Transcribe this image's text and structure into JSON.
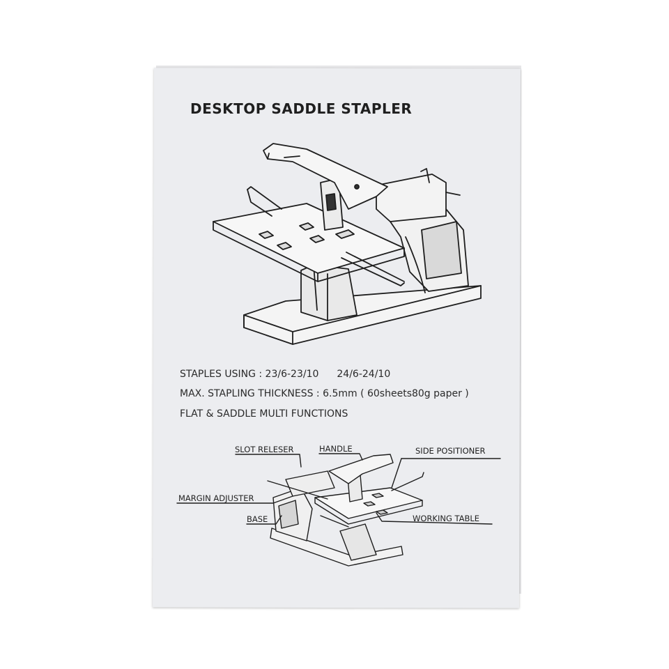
{
  "document": {
    "title": "DESKTOP SADDLE STAPLER",
    "specs": {
      "staples_prefix": "STAPLES USING : 23/6-23/10",
      "staples_suffix": "24/6-24/10",
      "thickness": "MAX. STAPLING THICKNESS : 6.5mm ( 60sheets80g paper )",
      "functions": "FLAT & SADDLE MULTI FUNCTIONS"
    },
    "parts": {
      "slot_releser": "SLOT RELESER",
      "handle": "HANDLE",
      "side_positioner": "SIDE  POSITIONER",
      "margin_adjuster": "MARGIN ADJUSTER",
      "base": "BASE",
      "working_table": "WORKING TABLE"
    }
  },
  "colors": {
    "page_background": "#ffffff",
    "sheet": "#ecedf0",
    "ink": "#1f1f1f"
  },
  "icons": {
    "main_illustration": "saddle-stapler-illustration",
    "parts_diagram": "stapler-parts-diagram"
  }
}
